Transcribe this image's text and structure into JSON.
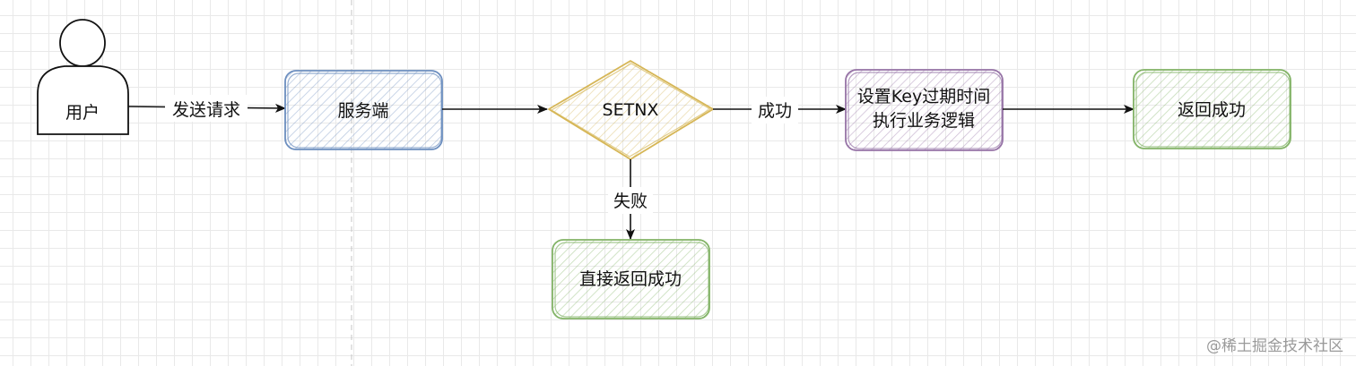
{
  "nodes": {
    "user": {
      "label": "用户"
    },
    "server": {
      "label": "服务端",
      "color": "#6c8ebf"
    },
    "setnx": {
      "label": "SETNX",
      "color": "#d6b656"
    },
    "set_expire": {
      "line1": "设置Key过期时间",
      "line2": "执行业务逻辑",
      "color": "#9673a6"
    },
    "return_success": {
      "label": "返回成功",
      "color": "#82b366"
    },
    "direct_return": {
      "label": "直接返回成功",
      "color": "#82b366"
    }
  },
  "edges": {
    "send_request": "发送请求",
    "success": "成功",
    "fail": "失败"
  },
  "watermark": "@稀土掘金技术社区"
}
